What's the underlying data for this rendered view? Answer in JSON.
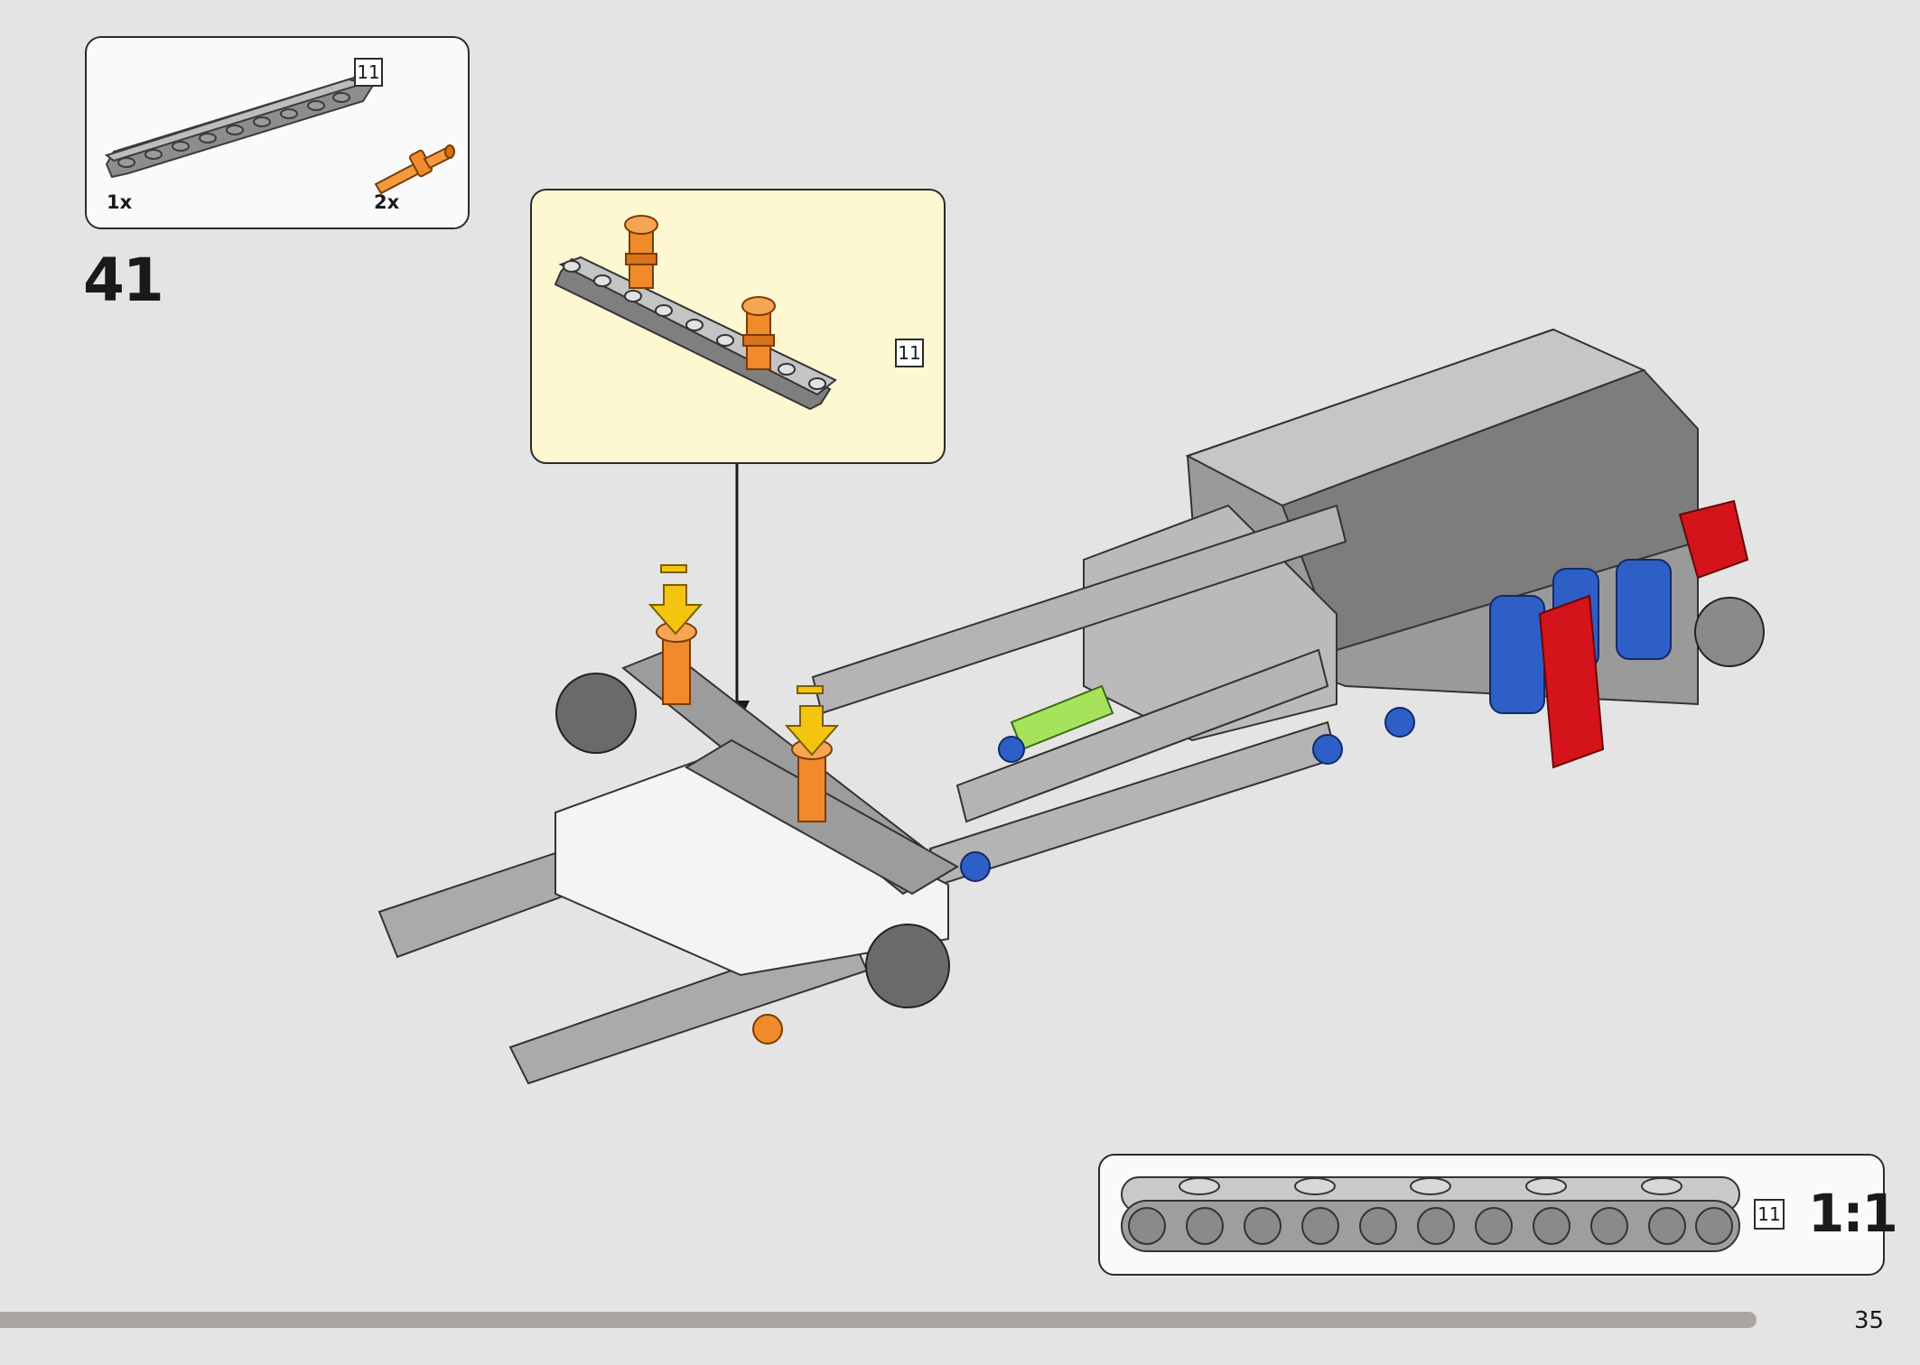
{
  "parts_callout": {
    "items": [
      {
        "name": "beam-11",
        "qty": "1x",
        "length_badge": "11"
      },
      {
        "name": "orange-pin",
        "qty": "2x"
      }
    ]
  },
  "step": {
    "number": "41"
  },
  "subassembly_callout": {
    "length_badge": "11"
  },
  "scale_callout": {
    "length_badge": "11",
    "scale_label": "1:1"
  },
  "page": {
    "number": "35"
  },
  "colors": {
    "background": "#e4e4e4",
    "callout_yellow": "#fdf7d2",
    "beam_grey": "#a8a8a8",
    "dark_grey": "#5a5a5a",
    "pin_orange": "#f08a2a",
    "arrow_yellow": "#f5c40f",
    "connector_blue": "#2e5fc7",
    "red": "#d4141a",
    "lime": "#a7e35a",
    "progress_bar": "#a9a6a2"
  },
  "progress": {
    "fraction": 0.96
  }
}
